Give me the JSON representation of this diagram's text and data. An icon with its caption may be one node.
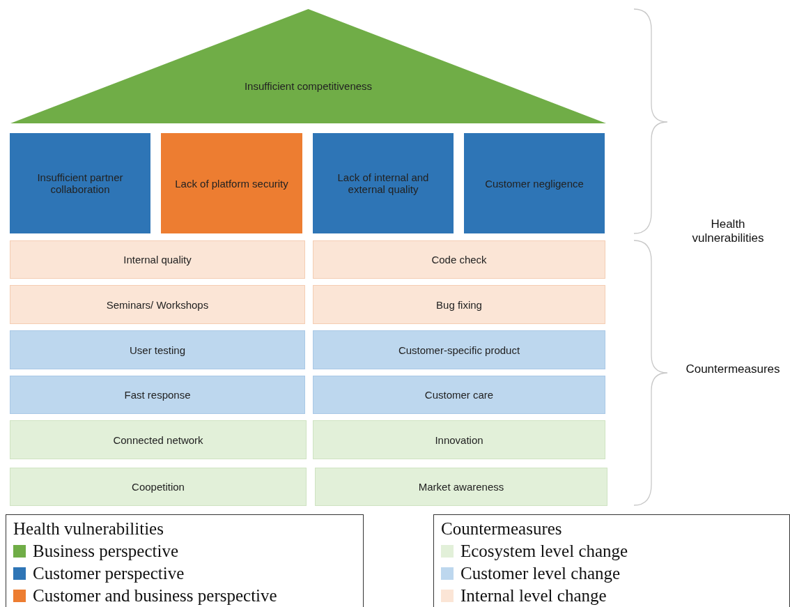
{
  "diagram": {
    "nodes": [
      {
        "text": [
          "Insufficient competitiveness"
        ]
      },
      {
        "text": [
          "Insufficient partner collaboration"
        ]
      },
      {
        "text": [
          "Lack of platform security"
        ]
      },
      {
        "text": [
          "Lack of internal and external quality"
        ]
      },
      {
        "text": [
          "Customer negligence"
        ]
      },
      {
        "text": [
          "Internal quality"
        ]
      },
      {
        "text": [
          "Code check"
        ]
      },
      {
        "text": [
          "Seminars/ Workshops"
        ]
      },
      {
        "text": [
          "Bug fixing"
        ]
      },
      {
        "text": [
          "User testing"
        ]
      },
      {
        "text": [
          "Customer-specific product"
        ]
      },
      {
        "text": [
          "Fast response"
        ]
      },
      {
        "text": [
          "Customer care"
        ]
      },
      {
        "text": [
          "Connected network"
        ]
      },
      {
        "text": [
          "Innovation"
        ]
      },
      {
        "text": [
          "Coopetition"
        ]
      },
      {
        "text": [
          "Market awareness"
        ]
      }
    ],
    "edges": [],
    "labels": [
      "Health vulnerabilities",
      "Countermeasures",
      "Health vulnerabilities",
      "Countermeasures"
    ],
    "legend": [
      {
        "text": "Business perspective",
        "color": "#70ad47"
      },
      {
        "text": "Customer perspective",
        "color": "#2e75b6"
      },
      {
        "text": "Customer and business perspective",
        "color": "#ed7d31"
      },
      {
        "text": "Ecosystem level change",
        "color": "#e2f0d9"
      },
      {
        "text": "Customer level change",
        "color": "#bdd7ee"
      },
      {
        "text": "Internal level change",
        "color": "#fbe5d6"
      }
    ]
  }
}
